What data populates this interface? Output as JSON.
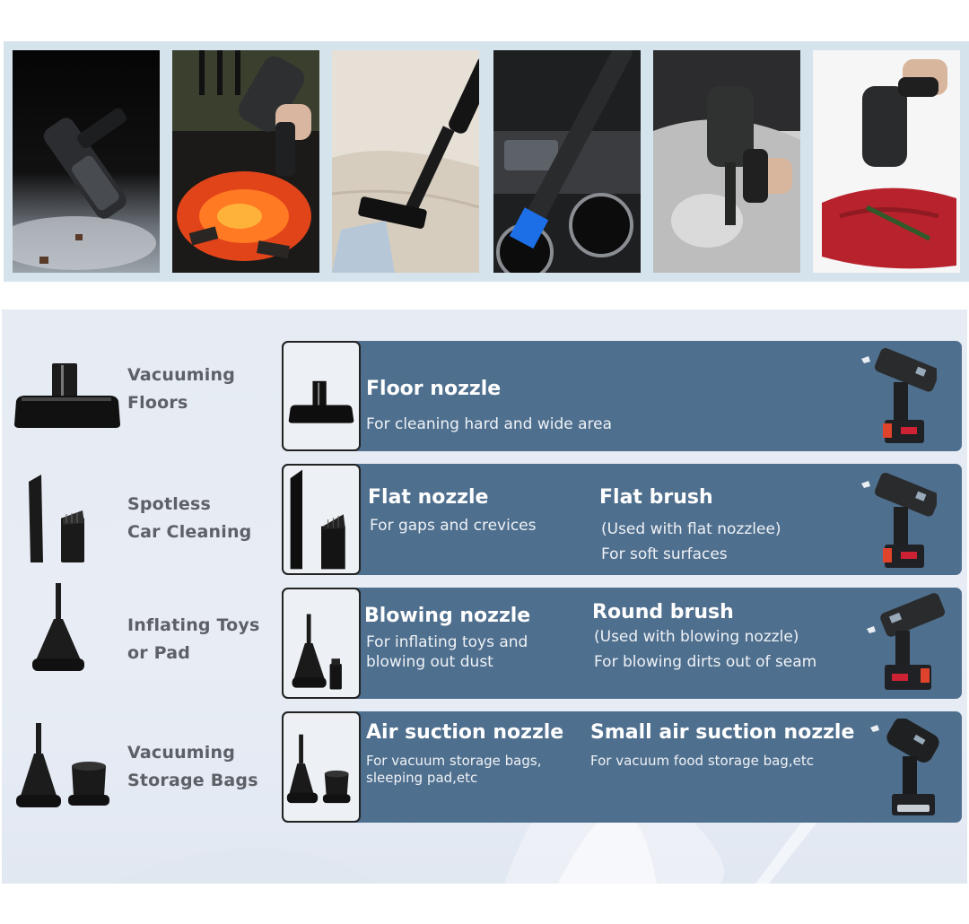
{
  "photo_strip": {
    "photos": [
      {
        "scene": "handheld vacuum blowing dust",
        "alt": "Blowing dust"
      },
      {
        "scene": "blower fanning charcoal fire",
        "alt": "Fanning BBQ charcoal"
      },
      {
        "scene": "floor nozzle cleaning car seat",
        "alt": "Cleaning car seat"
      },
      {
        "scene": "flat brush cleaning car console cup holder",
        "alt": "Cleaning car console"
      },
      {
        "scene": "vacuuming carpet mat",
        "alt": "Vacuuming mat"
      },
      {
        "scene": "vacuum sealing steak storage bag",
        "alt": "Vacuum sealing food bag"
      }
    ]
  },
  "accessories": [
    {
      "use_label_line1": "Vacuuming",
      "use_label_line2": "Floors",
      "left_icon": "floor-nozzle-icon",
      "items": [
        {
          "title": "Floor nozzle",
          "desc_line1": "For cleaning hard and wide area",
          "desc_line2": ""
        }
      ]
    },
    {
      "use_label_line1": "Spotless",
      "use_label_line2": "Car Cleaning",
      "left_icon": "flat-nozzle-and-brush-icon",
      "items": [
        {
          "title": "Flat nozzle",
          "desc_line1": "For gaps and crevices",
          "desc_line2": ""
        },
        {
          "title": "Flat brush",
          "desc_line1": "(Used with flat nozzlee)",
          "desc_line2": "For soft surfaces"
        }
      ]
    },
    {
      "use_label_line1": "Inflating Toys",
      "use_label_line2": "or Pad",
      "left_icon": "blowing-nozzle-icon",
      "items": [
        {
          "title": "Blowing nozzle",
          "desc_line1": "For inflating toys and",
          "desc_line2": "blowing out dust"
        },
        {
          "title": "Round brush",
          "desc_line1": "(Used with blowing nozzle)",
          "desc_line2": "For blowing dirts out of seam"
        }
      ]
    },
    {
      "use_label_line1": "Vacuuming",
      "use_label_line2": "Storage Bags",
      "left_icon": "air-suction-nozzles-icon",
      "items": [
        {
          "title": "Air suction nozzle",
          "desc_line1": "For vacuum storage bags,",
          "desc_line2": "sleeping pad,etc"
        },
        {
          "title": "Small air suction nozzle",
          "desc_line1": "For vacuum food storage bag,etc",
          "desc_line2": ""
        }
      ]
    }
  ],
  "colors": {
    "card_bg": "#4f6f8e",
    "panel_bg": "#e6ebf4",
    "strip_bg": "#d5e3ec",
    "label_text": "#5d6066"
  }
}
